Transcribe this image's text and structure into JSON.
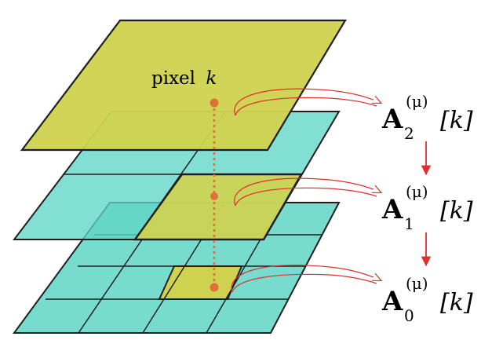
{
  "diagram": {
    "pixel_label": {
      "word": "pixel",
      "var": "k"
    },
    "labels": [
      {
        "symbol": "A",
        "sub": "2",
        "sup": "(μ)",
        "arg": "[k]"
      },
      {
        "symbol": "A",
        "sub": "1",
        "sup": "(μ)",
        "arg": "[k]"
      },
      {
        "symbol": "A",
        "sub": "0",
        "sup": "(μ)",
        "arg": "[k]"
      }
    ],
    "layers": [
      {
        "level": 2,
        "grid_cells": 1
      },
      {
        "level": 1,
        "grid_cells": 2
      },
      {
        "level": 0,
        "grid_cells": 4
      }
    ],
    "colors": {
      "yellow": "#cfd24f",
      "teal": "#5fd6c6",
      "outline": "#1f1f1f",
      "dot": "#e0703a",
      "arrow": "#dd3030"
    }
  }
}
